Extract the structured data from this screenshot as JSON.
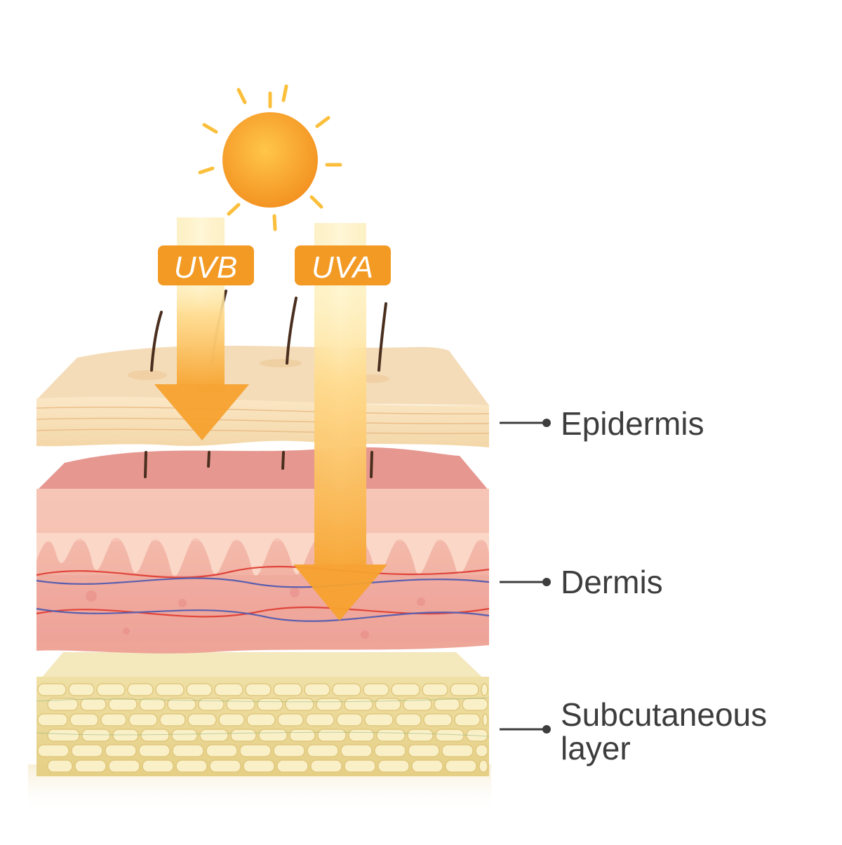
{
  "rays": {
    "uvb": {
      "label": "UVB"
    },
    "uva": {
      "label": "UVA"
    }
  },
  "layers": {
    "epidermis": {
      "label": "Epidermis"
    },
    "dermis": {
      "label": "Dermis"
    },
    "subcutaneous": {
      "label_line1": "Subcutaneous",
      "label_line2": "layer"
    }
  },
  "colors": {
    "sun": "#f7a425",
    "ray_badge": "#f39a24",
    "epidermis": "#f6dcb2",
    "dermis": "#f2b7a9",
    "subcutaneous": "#f1e3ae",
    "label_text": "#3d3d3d",
    "vein_red": "#e0443a",
    "vein_blue": "#5a5fae"
  }
}
